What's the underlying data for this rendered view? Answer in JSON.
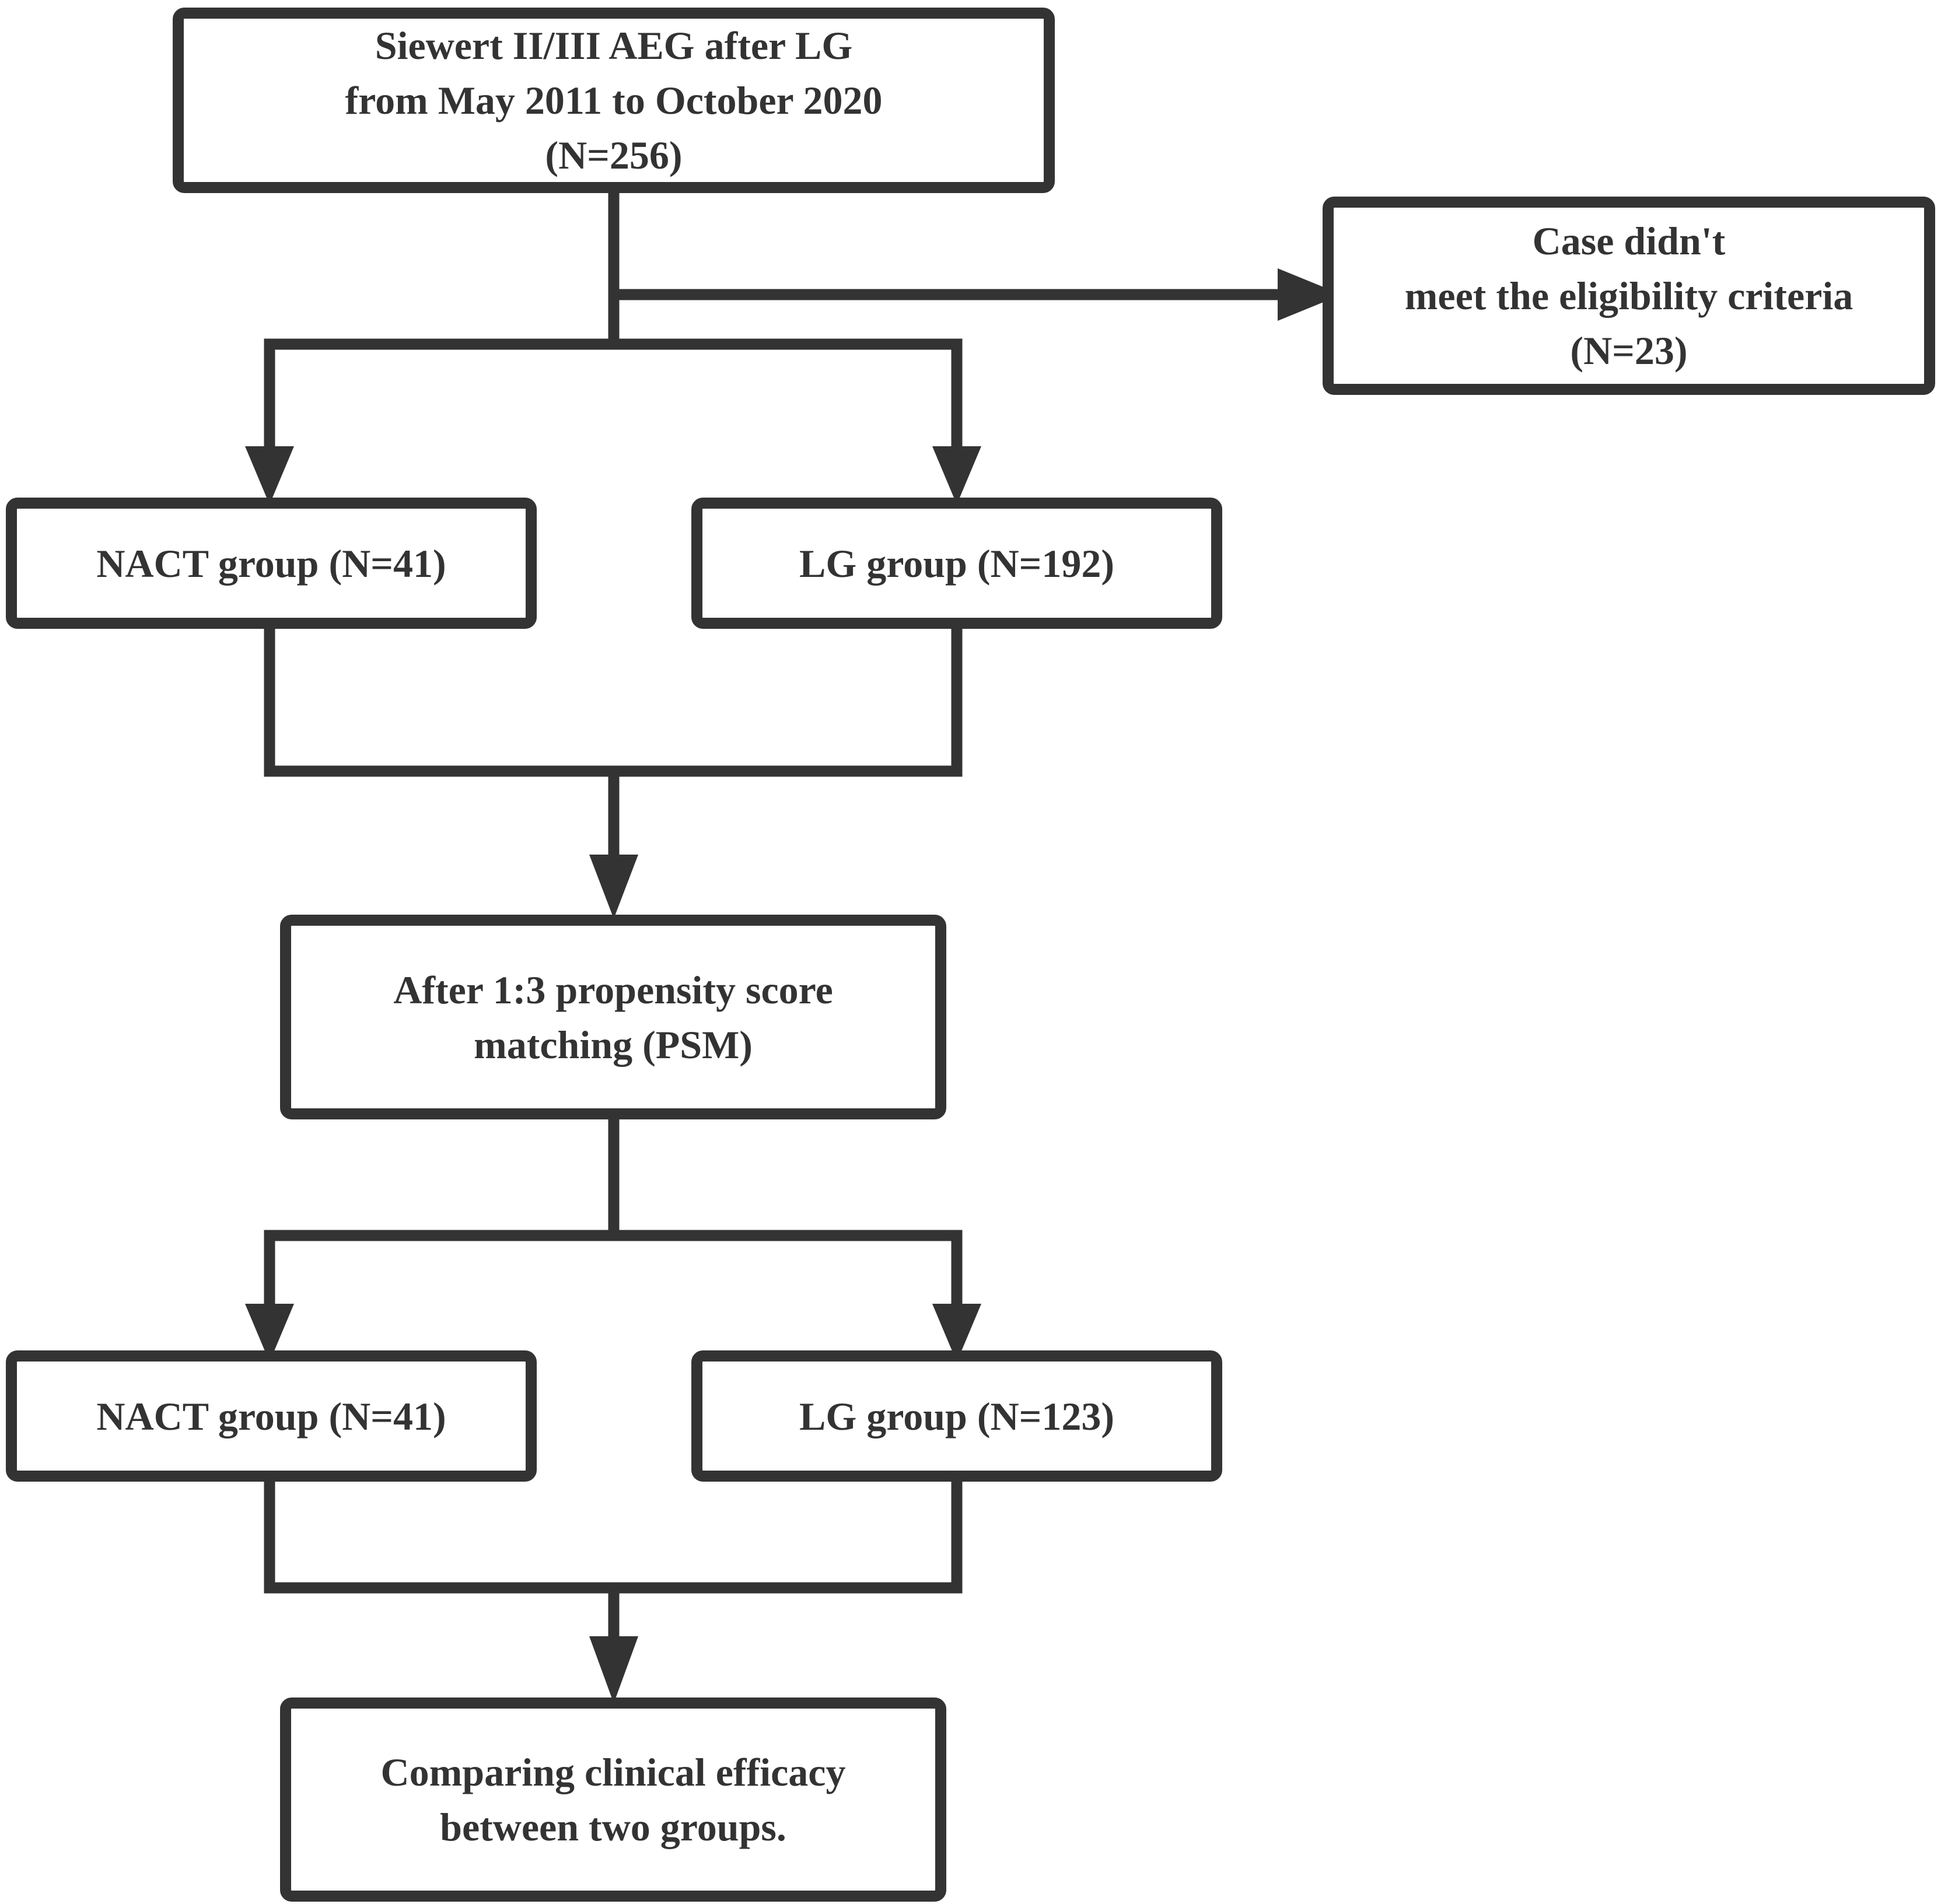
{
  "diagram": {
    "colors": {
      "stroke": "#333333",
      "fill": "#ffffff",
      "text": "#333333"
    },
    "boxes": {
      "source": {
        "lines": [
          "Siewert II/III AEG after LG",
          "from May 2011 to October 2020",
          "(N=256)"
        ]
      },
      "excluded": {
        "lines": [
          "Case didn't",
          "meet the eligibility criteria",
          "(N=23)"
        ]
      },
      "nact_before": {
        "text": "NACT group (N=41)"
      },
      "lg_before": {
        "text": "LG group (N=192)"
      },
      "psm": {
        "lines": [
          "After 1:3 propensity score",
          "matching (PSM)"
        ]
      },
      "nact_after": {
        "text": "NACT group (N=41)"
      },
      "lg_after": {
        "text": "LG group (N=123)"
      },
      "outcome": {
        "lines": [
          "Comparing clinical efficacy",
          "between two groups."
        ]
      }
    }
  }
}
